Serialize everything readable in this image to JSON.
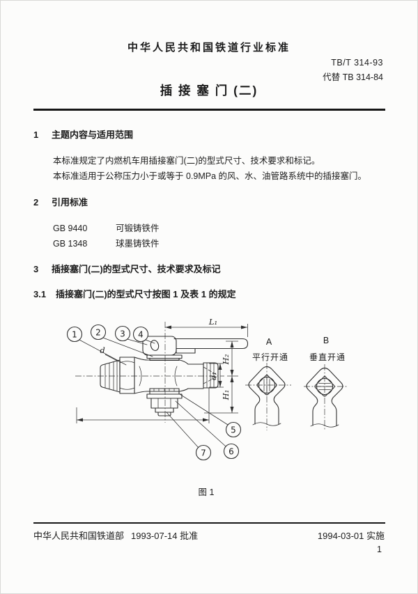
{
  "header": {
    "org": "中华人民共和国铁道行业标准",
    "std_no": "TB/T 314-93",
    "replaces": "代替 TB 314-84",
    "title": "插 接 塞 门 (二)"
  },
  "body": {
    "s1": {
      "num": "1",
      "title": "主题内容与适用范围",
      "p1": "本标准规定了内燃机车用插接塞门(二)的型式尺寸、技术要求和标记。",
      "p2": "本标准适用于公称压力小于或等于 0.9MPa 的风、水、油管路系统中的插接塞门。"
    },
    "s2": {
      "num": "2",
      "title": "引用标准",
      "refs": [
        {
          "code": "GB 9440",
          "name": "可锻铸铁件"
        },
        {
          "code": "GB 1348",
          "name": "球墨铸铁件"
        }
      ]
    },
    "s3": {
      "num": "3",
      "title": "插接塞门(二)的型式尺寸、技术要求及标记"
    },
    "s3_1": {
      "num": "3.1",
      "title": "插接塞门(二)的型式尺寸按图 1 及表 1 的规定"
    }
  },
  "figure": {
    "caption": "图 1",
    "callouts": [
      "1",
      "2",
      "3",
      "4",
      "5",
      "6",
      "7"
    ],
    "dims": {
      "d": "d",
      "L1": "L₁",
      "H2": "H₂",
      "H1": "H₁",
      "d1": "d₁"
    },
    "views": {
      "a_letter": "A",
      "a_name": "平行开通",
      "b_letter": "B",
      "b_name": "垂直开通"
    }
  },
  "footer": {
    "org": "中华人民共和国铁道部",
    "approved": "1993-07-14 批准",
    "implemented": "1994-03-01 实施",
    "page": "1"
  }
}
